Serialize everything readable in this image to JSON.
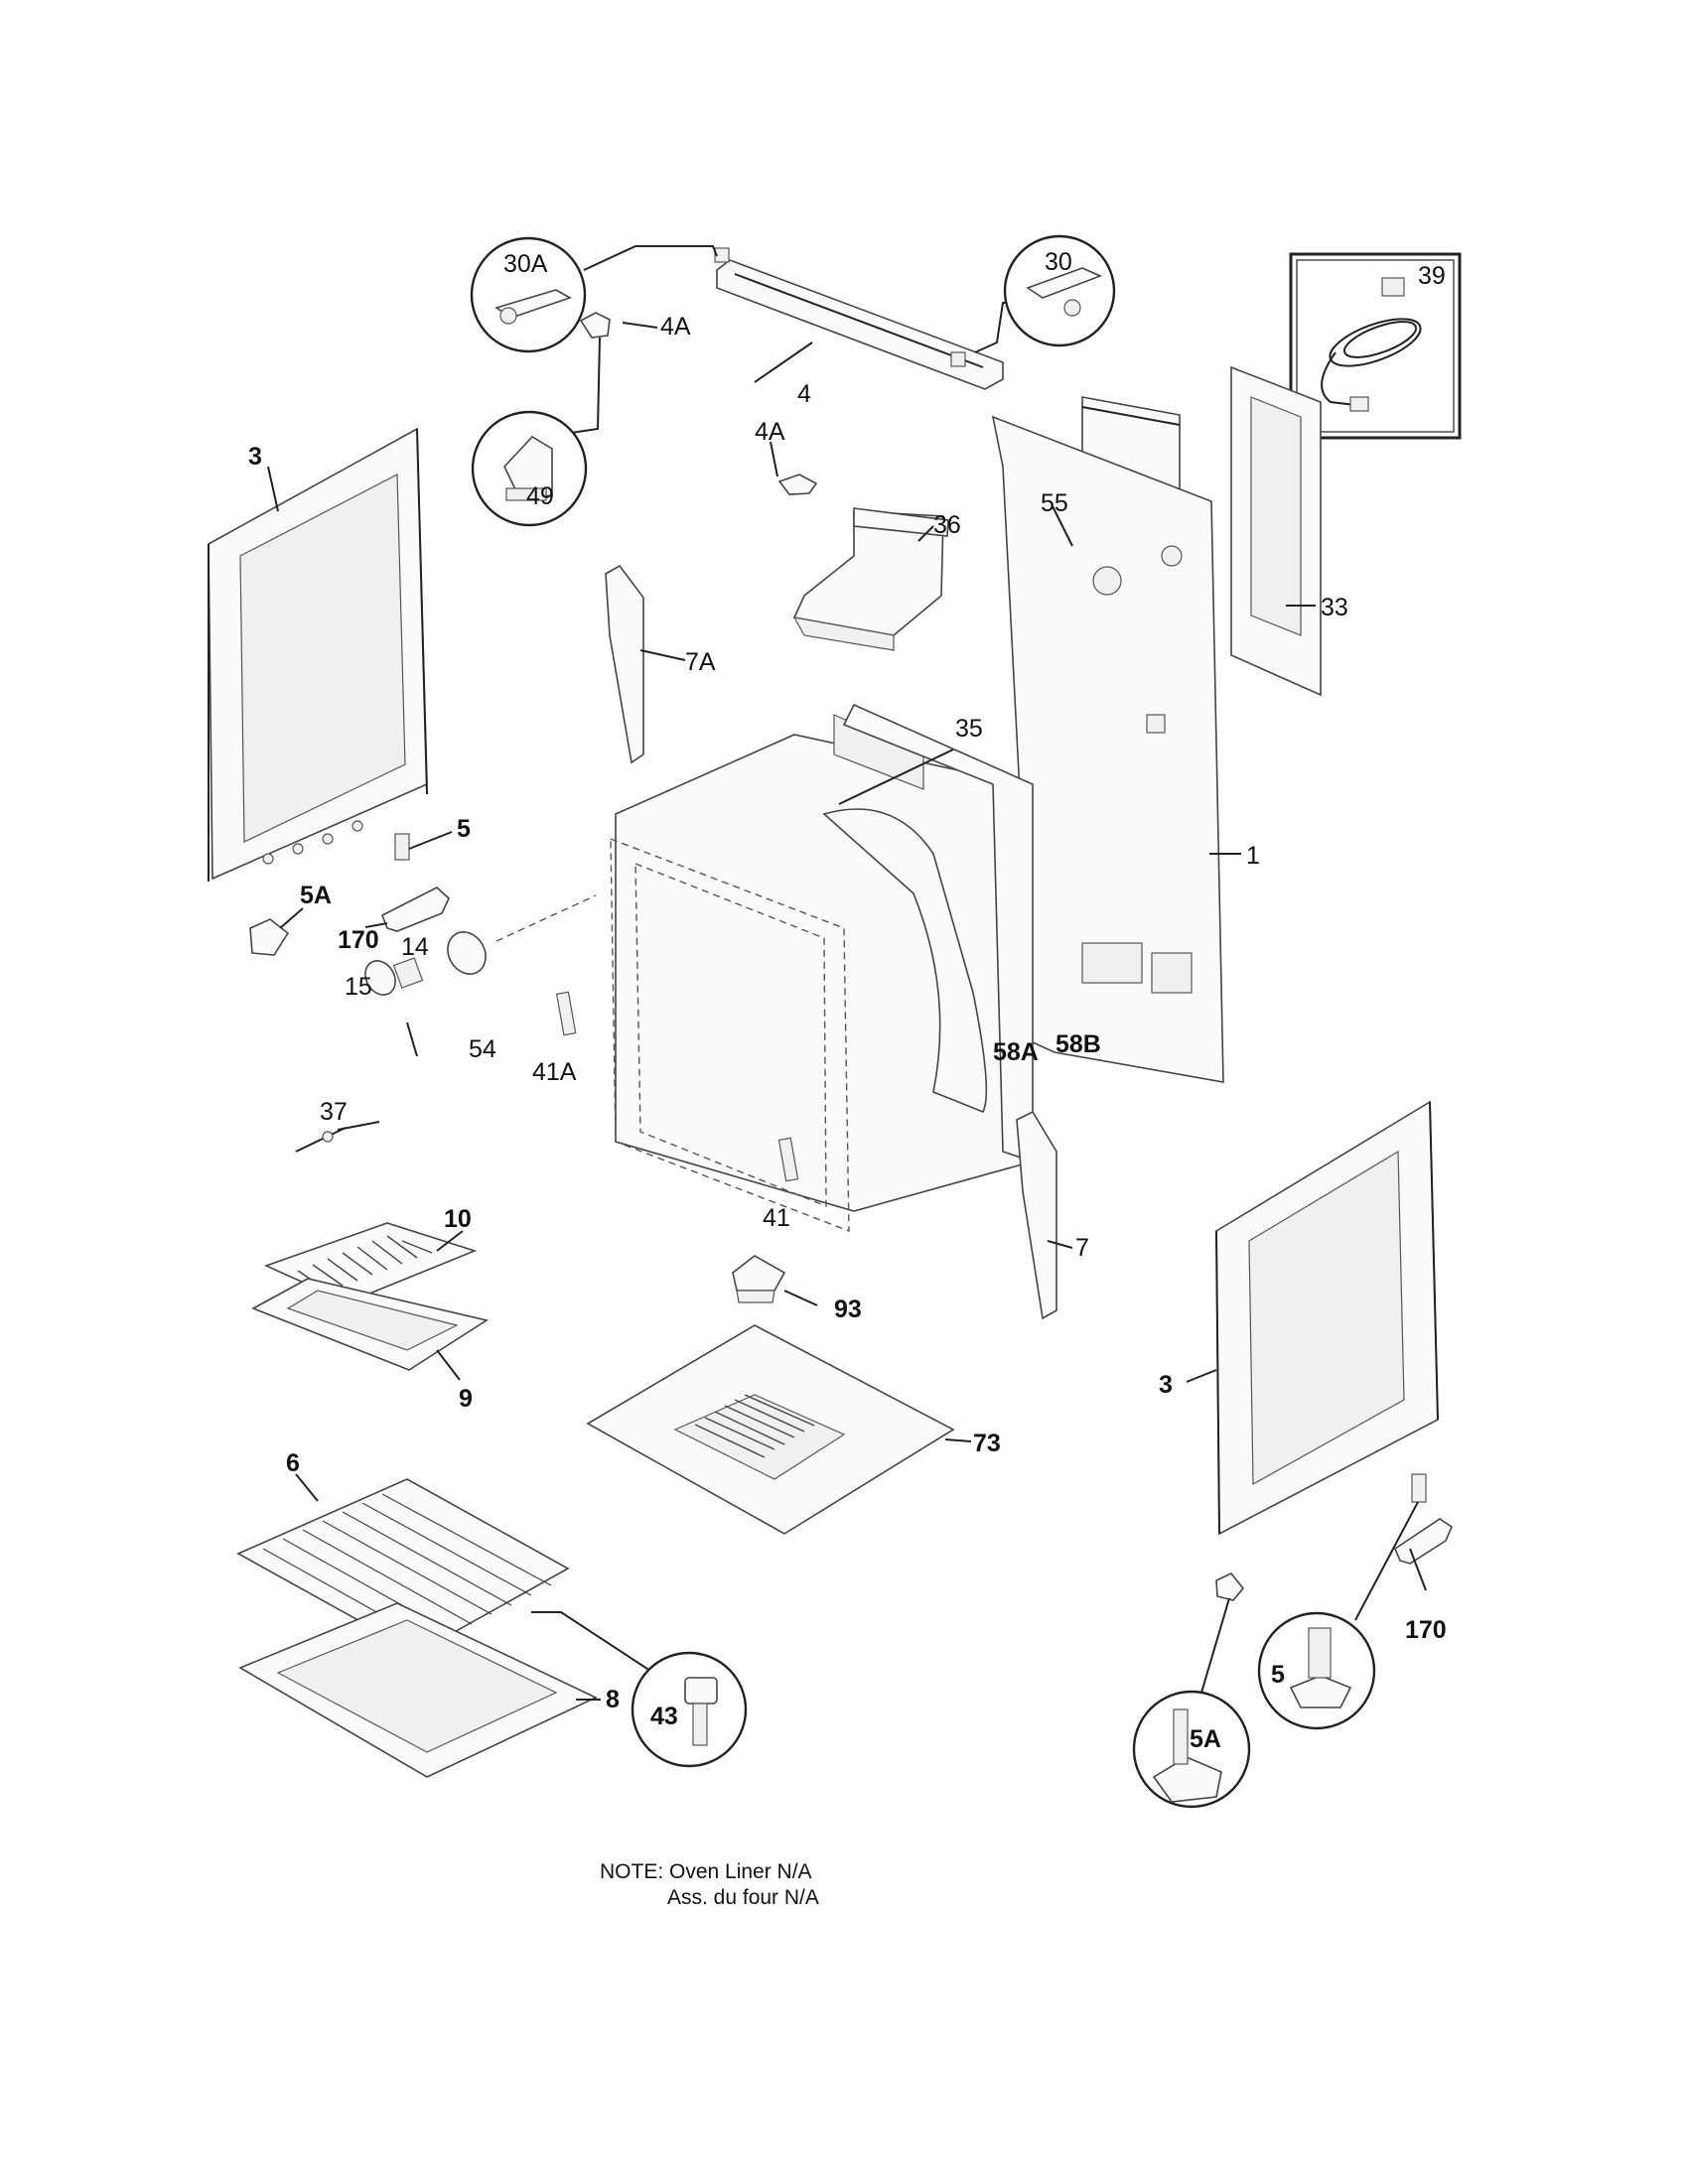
{
  "labels": {
    "l30A": "30A",
    "l30": "30",
    "l39": "39",
    "l4A_top": "4A",
    "l4": "4",
    "l4A_mid": "4A",
    "l49": "49",
    "l36": "36",
    "l55": "55",
    "l33": "33",
    "l3_left": "3",
    "l7A": "7A",
    "l35": "35",
    "l1": "1",
    "l5_left": "5",
    "l5A_left": "5A",
    "l170_left": "170",
    "l14": "14",
    "l15": "15",
    "l54": "54",
    "l41A": "41A",
    "l58A": "58A",
    "l58B": "58B",
    "l37": "37",
    "l41": "41",
    "l7": "7",
    "l10": "10",
    "l9": "9",
    "l93": "93",
    "l73": "73",
    "l3_right": "3",
    "l6": "6",
    "l43": "43",
    "l8": "8",
    "l170_right": "170",
    "l5_right": "5",
    "l5A_right": "5A"
  },
  "note": {
    "line1": "NOTE: Oven Liner N/A",
    "line2": "Ass. du four N/A"
  }
}
